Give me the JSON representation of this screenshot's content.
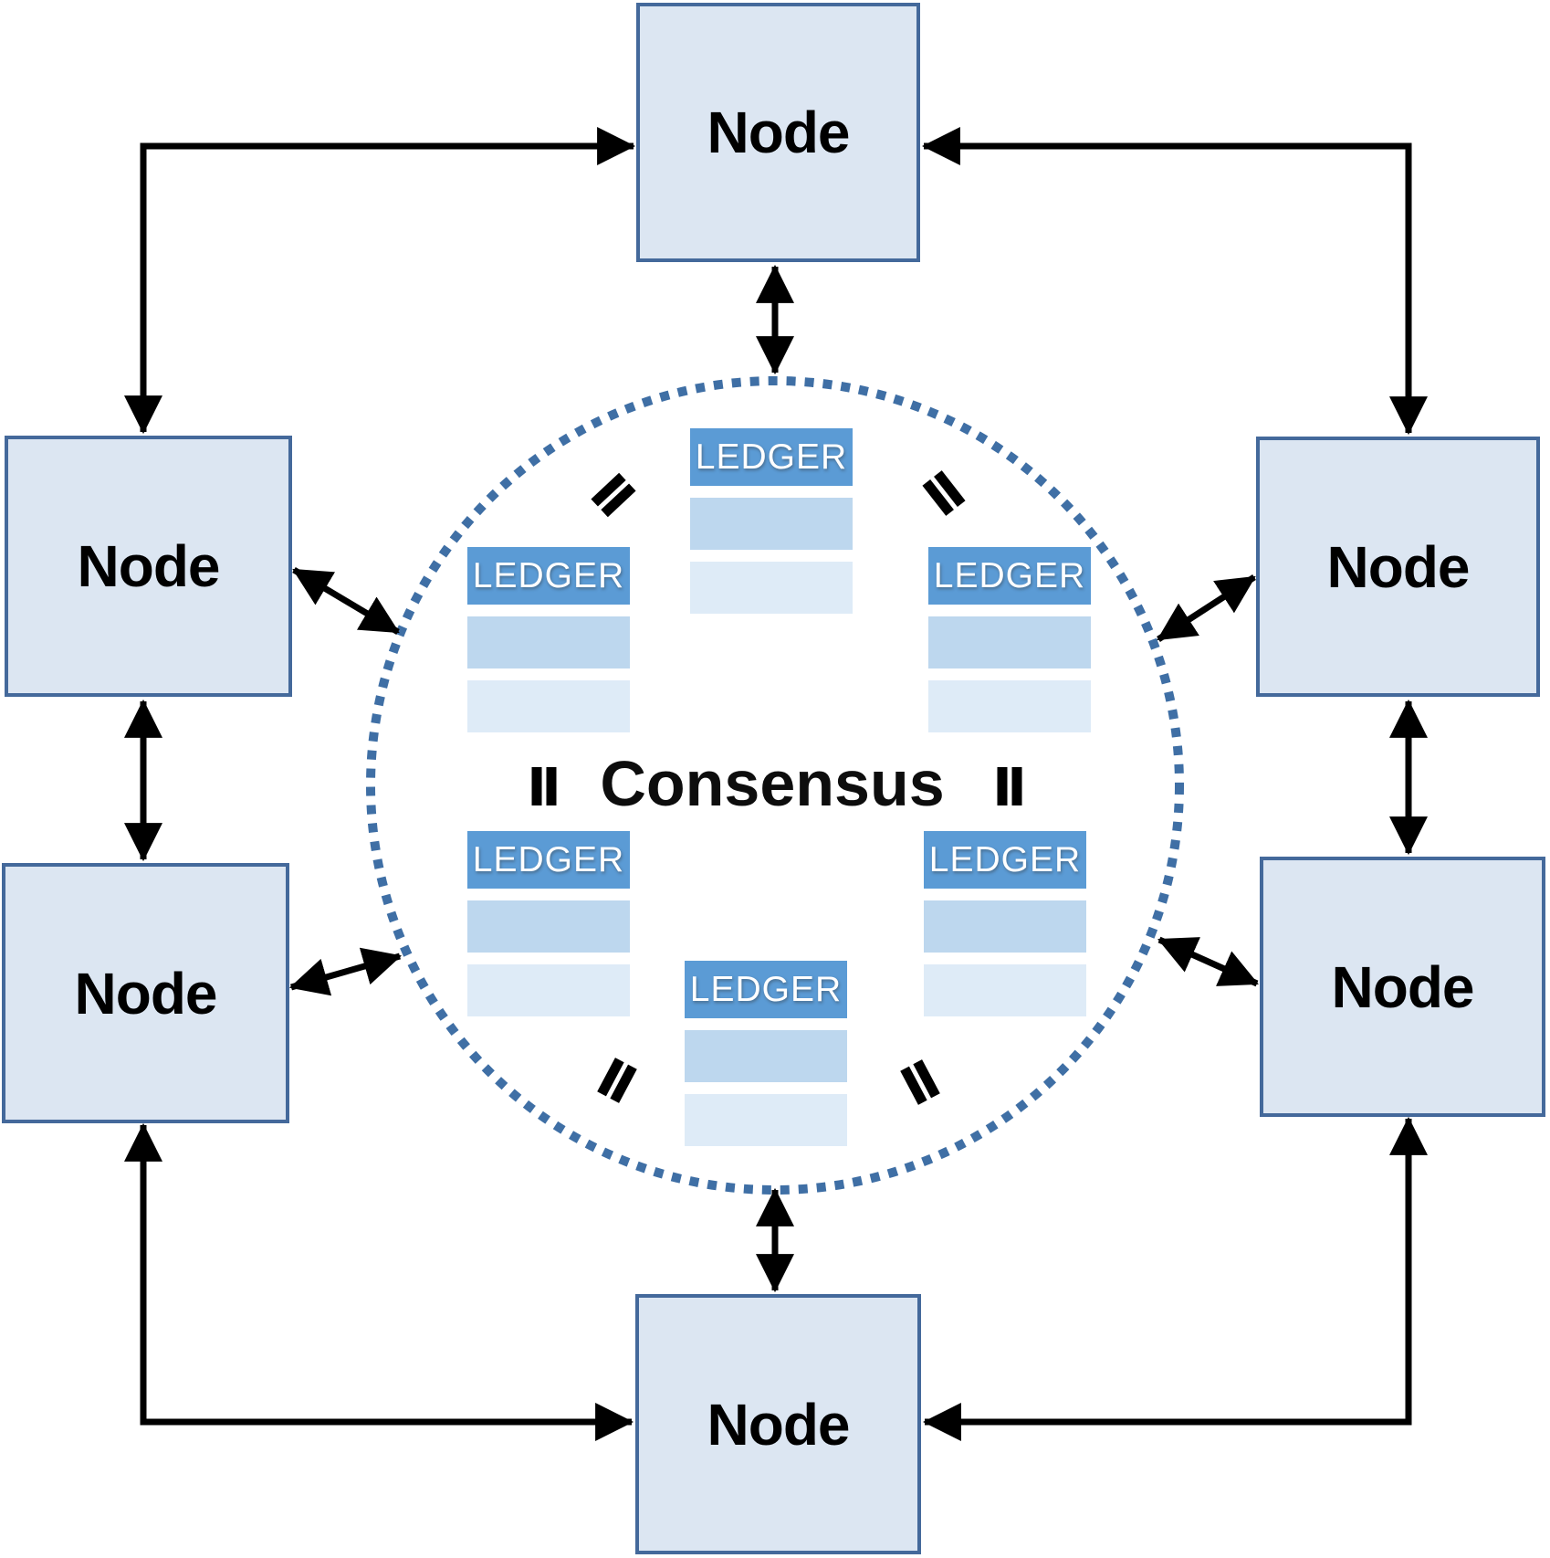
{
  "diagram": {
    "center_label": "Consensus",
    "description": "Six peer nodes connected by arrows around a dotted consensus circle holding six equal replicated ledgers"
  },
  "nodes": [
    {
      "position": "top",
      "label": "Node"
    },
    {
      "position": "upper-left",
      "label": "Node"
    },
    {
      "position": "upper-right",
      "label": "Node"
    },
    {
      "position": "lower-left",
      "label": "Node"
    },
    {
      "position": "lower-right",
      "label": "Node"
    },
    {
      "position": "bottom",
      "label": "Node"
    }
  ],
  "ledgers": [
    {
      "position": "top-center",
      "label": "LEDGER",
      "blank_rows": 2
    },
    {
      "position": "upper-left",
      "label": "LEDGER",
      "blank_rows": 2
    },
    {
      "position": "upper-right",
      "label": "LEDGER",
      "blank_rows": 2
    },
    {
      "position": "lower-left",
      "label": "LEDGER",
      "blank_rows": 2
    },
    {
      "position": "lower-right",
      "label": "LEDGER",
      "blank_rows": 2
    },
    {
      "position": "bottom-center",
      "label": "LEDGER",
      "blank_rows": 2
    }
  ],
  "equals_symbols_count": 6,
  "colors": {
    "node_fill": "#dce6f2",
    "node_border": "#44699b",
    "ledger_header": "#5b9bd5",
    "ledger_row_mid": "#bdd7ee",
    "ledger_row_light": "#deebf7",
    "circle_dotted": "#3f6fa5",
    "arrow": "#000000",
    "consensus_text": "#0d0d0d"
  }
}
